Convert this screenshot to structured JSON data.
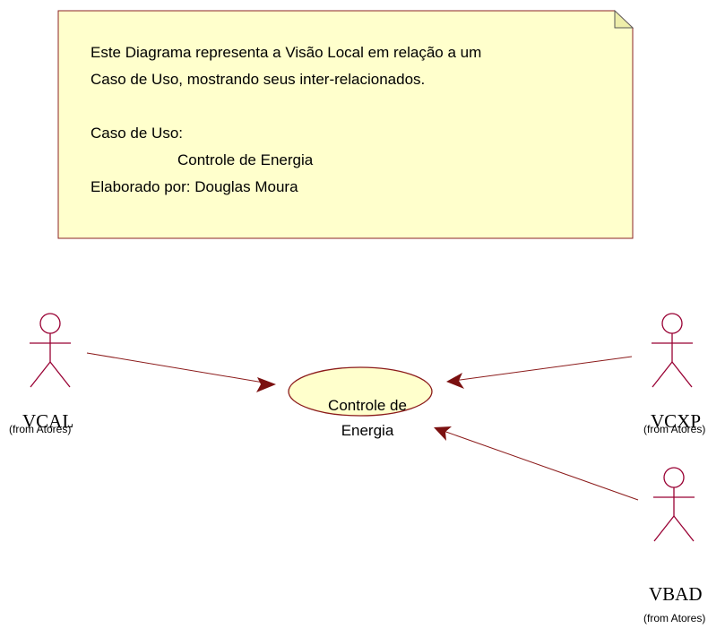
{
  "note": {
    "line1": "Este Diagrama representa a Visão Local em relação a um",
    "line2": "Caso de Uso, mostrando seus inter-relacionados.",
    "line3": "",
    "line4": "Caso de Uso:",
    "line5": "Controle de Energia",
    "line6": "Elaborado por: Douglas Moura"
  },
  "use_case": {
    "label_line1": "Controle de",
    "label_line2": "Energia"
  },
  "actors": [
    {
      "name": "VCAL",
      "from": "(from Atores)"
    },
    {
      "name": "VCXP",
      "from": "(from Atores)"
    },
    {
      "name": "VBAD",
      "from": "(from Atores)"
    }
  ],
  "colors": {
    "note_fill": "#ffffcc",
    "use_case_fill": "#ffffcc",
    "actor_stroke": "#990033",
    "arrow": "#8b1a1a"
  }
}
